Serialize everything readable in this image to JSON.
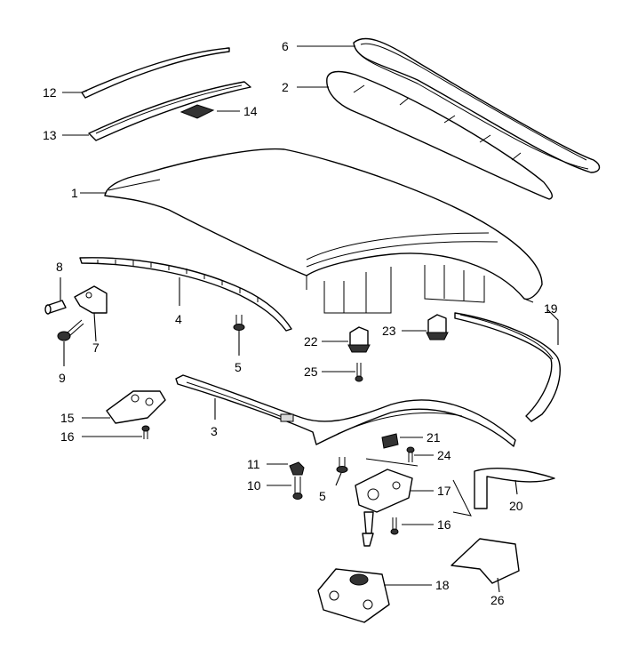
{
  "callouts": {
    "c1": "1",
    "c2": "2",
    "c3": "3",
    "c4": "4",
    "c5a": "5",
    "c5b": "5",
    "c6": "6",
    "c7": "7",
    "c8": "8",
    "c9": "9",
    "c10": "10",
    "c11": "11",
    "c12": "12",
    "c13": "13",
    "c14": "14",
    "c15": "15",
    "c16a": "16",
    "c16b": "16",
    "c17": "17",
    "c18": "18",
    "c19": "19",
    "c20": "20",
    "c21": "21",
    "c22": "22",
    "c23": "23",
    "c24": "24",
    "c25": "25",
    "c26": "26"
  }
}
